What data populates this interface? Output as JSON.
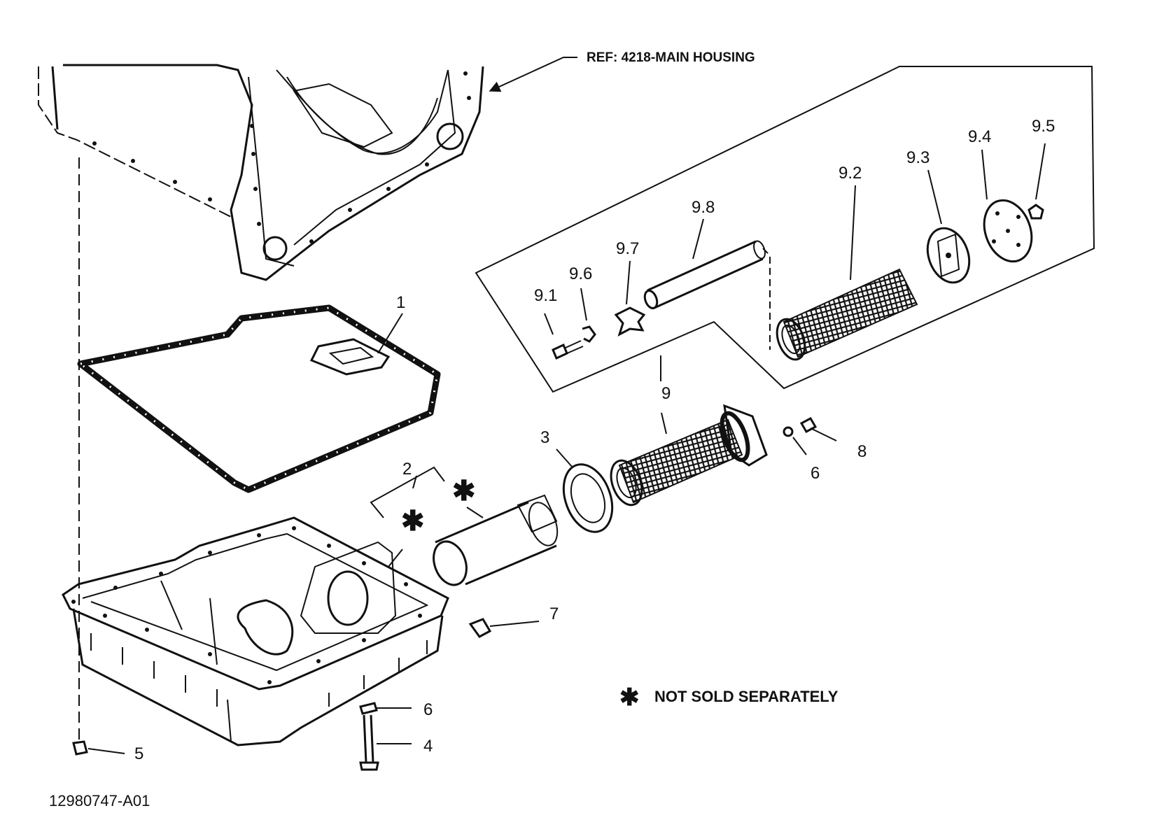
{
  "reference": "REF: 4218-MAIN HOUSING",
  "figure_id": "12980747-A01",
  "note": "NOT SOLD SEPARATELY",
  "callouts": {
    "c1": "1",
    "c2": "2",
    "c3": "3",
    "c4": "4",
    "c5": "5",
    "c6a": "6",
    "c6b": "6",
    "c7": "7",
    "c8": "8",
    "c9": "9",
    "c9_1": "9.1",
    "c9_2": "9.2",
    "c9_3": "9.3",
    "c9_4": "9.4",
    "c9_5": "9.5",
    "c9_6": "9.6",
    "c9_7": "9.7",
    "c9_8": "9.8"
  },
  "icons": {
    "asterisk": "asterisk-icon",
    "arrow": "arrow-icon"
  }
}
